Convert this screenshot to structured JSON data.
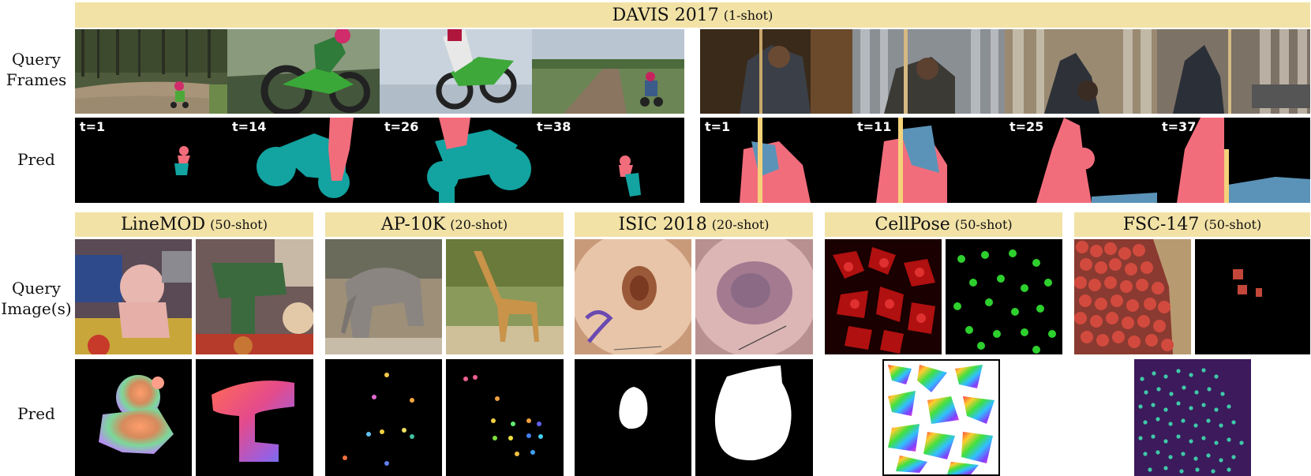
{
  "davis": {
    "title": "DAVIS 2017",
    "shot": "(1-shot)"
  },
  "row_labels": {
    "query_frames": [
      "Query",
      "Frames"
    ],
    "pred_top": "Pred",
    "query_images": [
      "Query",
      "Image(s)"
    ],
    "pred_bottom": "Pred"
  },
  "davis_times": {
    "left": [
      "t=1",
      "t=14",
      "t=26",
      "t=38"
    ],
    "right": [
      "t=1",
      "t=11",
      "t=25",
      "t=37"
    ]
  },
  "datasets": [
    {
      "name": "LineMOD",
      "shot": "(50-shot)"
    },
    {
      "name": "AP-10K",
      "shot": "(20-shot)"
    },
    {
      "name": "ISIC 2018",
      "shot": "(20-shot)"
    },
    {
      "name": "CellPose",
      "shot": "(50-shot)"
    },
    {
      "name": "FSC-147",
      "shot": "(50-shot)"
    }
  ],
  "colors": {
    "banner": "#f2e2a6",
    "teal": "#13a3a0",
    "pink": "#f26d7c",
    "steel_blue": "#5b93b8",
    "rope_yellow": "#f4d27a",
    "fsc_purple": "#3c1a5c",
    "fsc_dot": "#3fc9a8"
  }
}
